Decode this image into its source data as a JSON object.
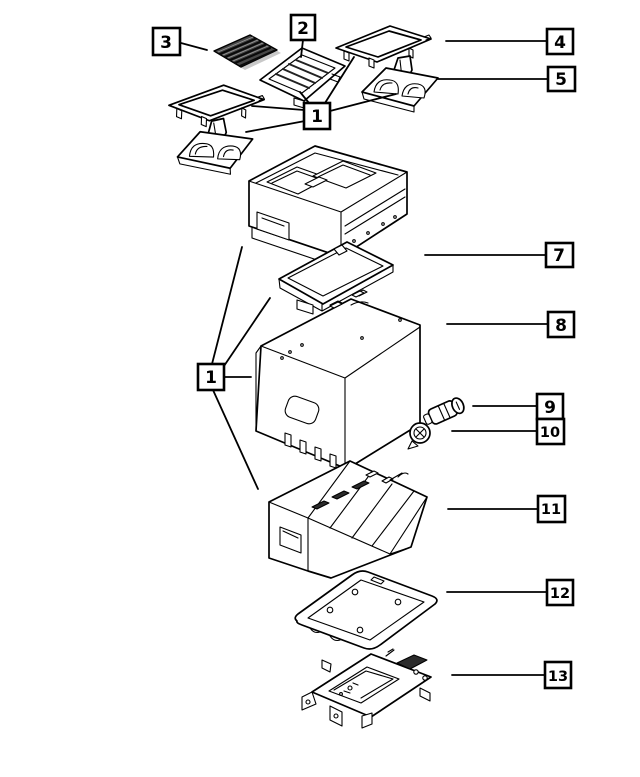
{
  "diagram": {
    "kind": "exploded-parts-diagram",
    "subject": "center-console-assembly",
    "background_color": "#ffffff",
    "line_color": "#000000",
    "mat_fill_color": "#474747",
    "shadow_color": "#c8c8c8"
  },
  "callouts": [
    {
      "label": "1",
      "part": "console-assembly-complete",
      "instances": 2
    },
    {
      "label": "2",
      "part": "armrest-storage-tray"
    },
    {
      "label": "3",
      "part": "rubber-mat"
    },
    {
      "label": "4",
      "part": "cupholder-bezel"
    },
    {
      "label": "5",
      "part": "cupholder-insert"
    },
    {
      "label": "7",
      "part": "console-inner-tray"
    },
    {
      "label": "8",
      "part": "console-body"
    },
    {
      "label": "9",
      "part": "power-outlet-plug"
    },
    {
      "label": "10",
      "part": "power-outlet-socket"
    },
    {
      "label": "11",
      "part": "lower-console-base"
    },
    {
      "label": "12",
      "part": "console-base-plate"
    },
    {
      "label": "13",
      "part": "mounting-bracket"
    }
  ]
}
